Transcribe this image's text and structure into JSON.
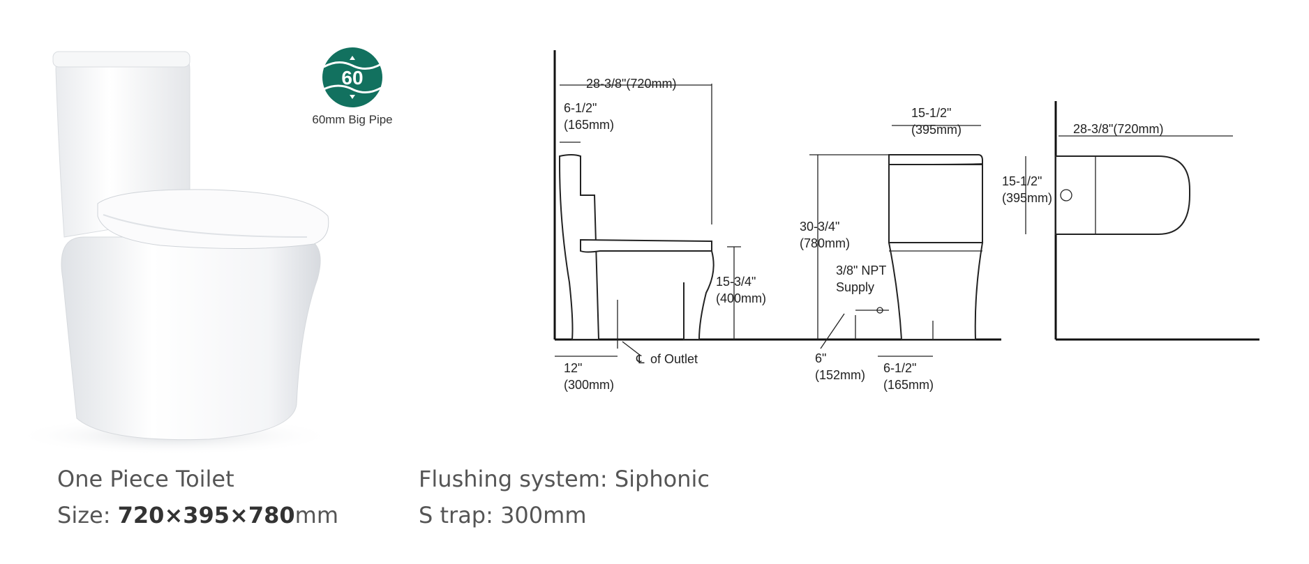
{
  "badge": {
    "number": "60",
    "caption": "60mm Big Pipe",
    "color": "#12715f"
  },
  "specs": {
    "product_name": "One Piece Toilet",
    "size_label": "Size: ",
    "size_value": "720×395×780",
    "size_unit": "mm",
    "flushing": "Flushing system: Siphonic",
    "strap": "S trap: 300mm"
  },
  "drawing": {
    "side": {
      "depth": "28-3/8\"(720mm)",
      "tank_offset_in": "6-1/2\"",
      "tank_offset_mm": "(165mm)",
      "seat_height_in": "15-3/4\"",
      "seat_height_mm": "(400mm)",
      "rough_in_in": "12\"",
      "rough_in_mm": "(300mm)",
      "outlet_symbol": "℄",
      "outlet_label": "of Outlet"
    },
    "front": {
      "width": "15-1/2\"",
      "width_mm": "(395mm)",
      "height_in": "30-3/4\"",
      "height_mm": "(780mm)",
      "supply_line1": "3/8\" NPT",
      "supply_line2": "Supply",
      "supply_height_in": "6\"",
      "supply_height_mm": "(152mm)",
      "supply_offset_in": "6-1/2\"",
      "supply_offset_mm": "(165mm)"
    },
    "top": {
      "depth": "28-3/8\"(720mm)",
      "width_in": "15-1/2\"",
      "width_mm": "(395mm)"
    }
  }
}
